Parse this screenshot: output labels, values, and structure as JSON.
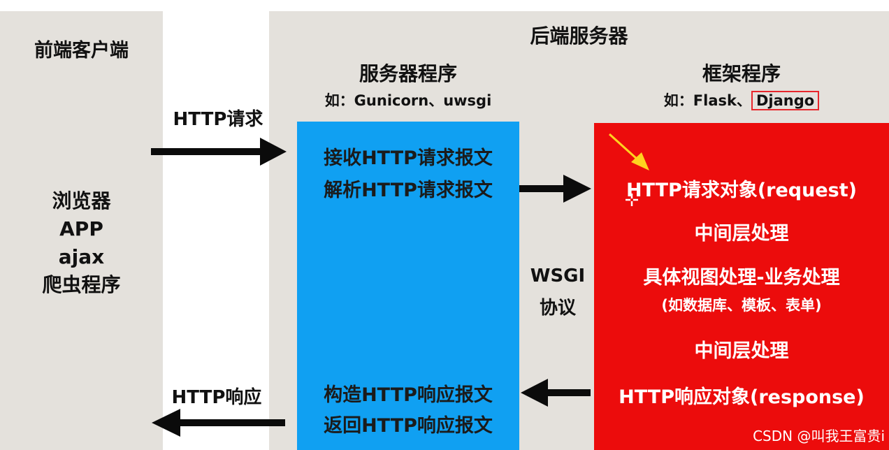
{
  "client": {
    "title": "前端客户端",
    "items": [
      "浏览器",
      "APP",
      "ajax",
      "爬虫程序"
    ]
  },
  "server": {
    "title": "后端服务器",
    "server_program": {
      "title": "服务器程序",
      "example": "如：Gunicorn、uwsgi",
      "lines": [
        "接收HTTP请求报文",
        "解析HTTP请求报文",
        "构造HTTP响应报文",
        "返回HTTP响应报文"
      ]
    },
    "framework": {
      "title": "框架程序",
      "example_prefix": "如：Flask、",
      "example_highlight": "Django",
      "lines": [
        "HTTP请求对象(request)",
        "中间层处理",
        "具体视图处理-业务处理",
        "(如数据库、模板、表单)",
        "中间层处理",
        "HTTP响应对象(response)"
      ]
    }
  },
  "labels": {
    "http_request": "HTTP请求",
    "http_response": "HTTP响应",
    "wsgi": "WSGI",
    "protocol": "协议"
  },
  "watermark": "CSDN @叫我王富贵i",
  "colors": {
    "panel_gray": "#e4e1dc",
    "server_program_blue": "#10a0f2",
    "framework_red": "#ec0c0c",
    "highlight_box": "#e8262b",
    "pointer_arrow": "#ffd21f"
  }
}
